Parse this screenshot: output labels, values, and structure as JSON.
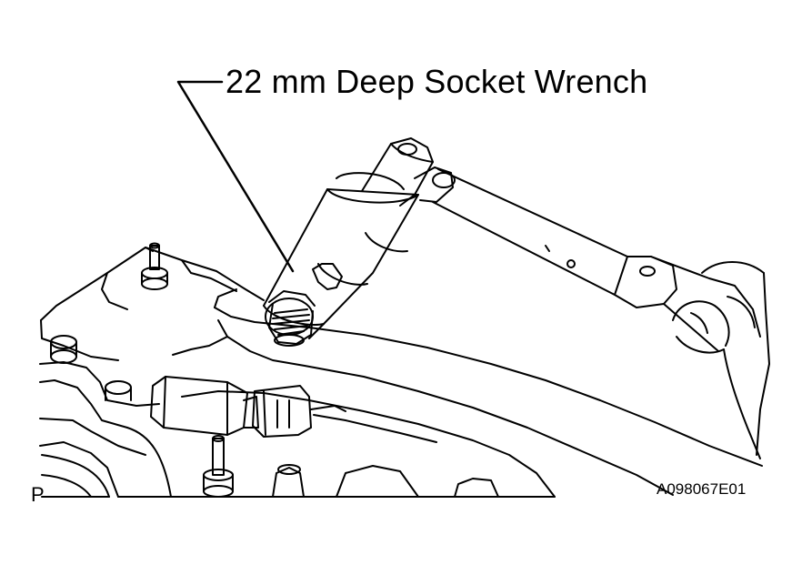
{
  "callout": {
    "label": "22 mm Deep Socket Wrench"
  },
  "view_marker": "P",
  "figure_code": "A098067E01",
  "colors": {
    "line": "#000000",
    "background": "#ffffff"
  }
}
